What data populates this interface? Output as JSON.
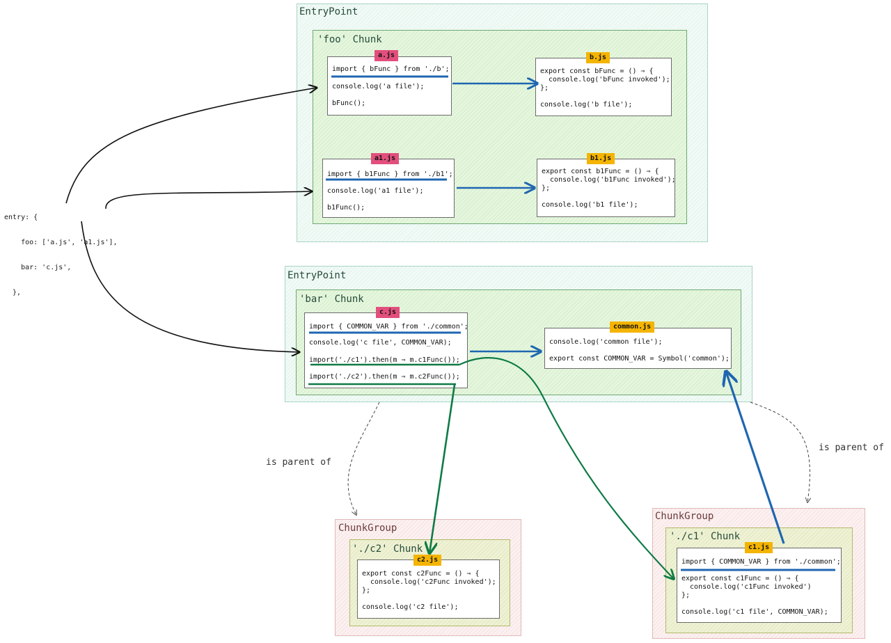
{
  "entry_config": {
    "lines": [
      "entry: {",
      "    foo: ['a.js', 'a1.js'],",
      "    bar: 'c.js',",
      "  },"
    ]
  },
  "foo_entry": {
    "title": "EntryPoint",
    "chunk_title": "'foo' Chunk",
    "files": {
      "a": {
        "name": "a.js",
        "lines": [
          "import { bFunc } from './b';",
          "console.log('a file');",
          "bFunc();"
        ]
      },
      "b": {
        "name": "b.js",
        "lines": [
          "export const bFunc = () ⇒ {",
          "  console.log('bFunc invoked');",
          "};",
          "console.log('b file');"
        ]
      },
      "a1": {
        "name": "a1.js",
        "lines": [
          "import { b1Func } from './b1';",
          "console.log('a1 file');",
          "b1Func();"
        ]
      },
      "b1": {
        "name": "b1.js",
        "lines": [
          "export const b1Func = () ⇒ {",
          "  console.log('b1Func invoked');",
          "};",
          "console.log('b1 file');"
        ]
      }
    }
  },
  "bar_entry": {
    "title": "EntryPoint",
    "chunk_title": "'bar' Chunk",
    "files": {
      "c": {
        "name": "c.js",
        "lines": [
          "import { COMMON_VAR } from './common';",
          "console.log('c file', COMMON_VAR);",
          "import('./c1').then(m ⇒ m.c1Func());",
          "import('./c2').then(m ⇒ m.c2Func());"
        ]
      },
      "common": {
        "name": "common.js",
        "lines": [
          "console.log('common file');",
          "export const COMMON_VAR = Symbol('common');"
        ]
      }
    }
  },
  "c2_group": {
    "title": "ChunkGroup",
    "chunk_title": "'./c2' Chunk",
    "file": {
      "name": "c2.js",
      "lines": [
        "export const c2Func = () ⇒ {",
        "  console.log('c2Func invoked');",
        "};",
        "console.log('c2 file');"
      ]
    }
  },
  "c1_group": {
    "title": "ChunkGroup",
    "chunk_title": "'./c1' Chunk",
    "file": {
      "name": "c1.js",
      "lines": [
        "import { COMMON_VAR } from './common';",
        "export const c1Func = () ⇒ {",
        "  console.log('c1Func invoked')",
        "};",
        "console.log('c1 file', COMMON_VAR);"
      ]
    }
  },
  "relations": {
    "left": "is parent of",
    "right": "is parent of"
  },
  "colors": {
    "import_arrow": "#1f66b1",
    "dynamic_import_arrow": "#0f7a46",
    "entry_arrow": "#111111",
    "parent_arrow": "#444444"
  }
}
